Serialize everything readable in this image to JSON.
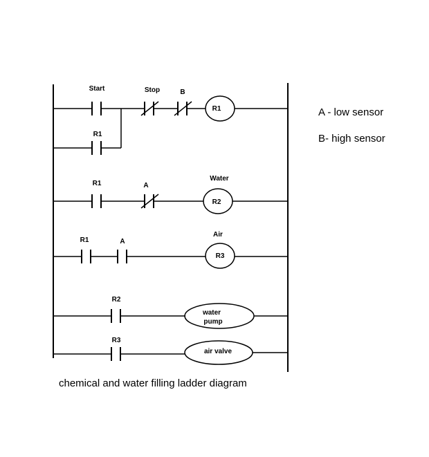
{
  "labels": {
    "start": "Start",
    "stop": "Stop",
    "b": "B",
    "r1_latch": "R1",
    "coil_r1": "R1",
    "r1_rung3": "R1",
    "a_rung3": "A",
    "water": "Water",
    "coil_r2": "R2",
    "r1_rung4": "R1",
    "a_rung4": "A",
    "air": "Air",
    "coil_r3": "R3",
    "r2_contact": "R2",
    "water_pump_line1": "water",
    "water_pump_line2": "pump",
    "r3_contact": "R3",
    "air_valve": "air valve"
  },
  "legend": {
    "a": "A - low sensor",
    "b": "B- high sensor"
  },
  "caption": "chemical and water filling ladder diagram"
}
